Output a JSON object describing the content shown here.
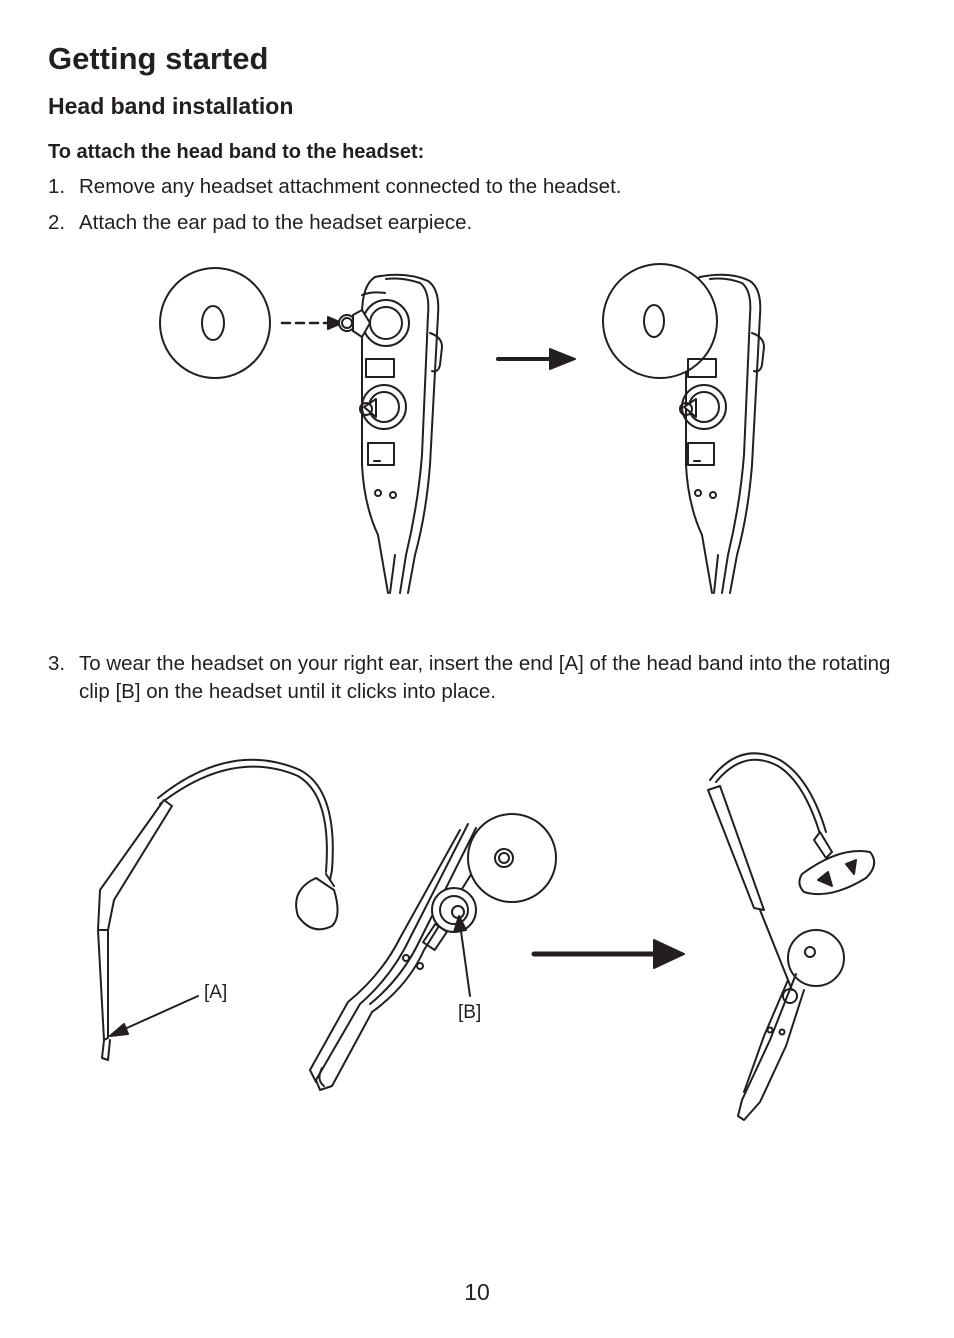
{
  "section_title": "Getting started",
  "subsection_title": "Head band installation",
  "procedure_heading": "To attach the head band to the headset:",
  "steps": [
    {
      "number": "1.",
      "text": "Remove any headset attachment connected to the headset."
    },
    {
      "number": "2.",
      "text": "Attach the ear pad to the headset earpiece."
    },
    {
      "number": "3.",
      "text": "To wear the headset on your right ear, insert the end [A] of the head band into the rotating clip [B] on the headset until it clicks into place."
    }
  ],
  "figure2": {
    "label_a": "[A]",
    "label_b": "[B]"
  },
  "page_number": "10"
}
